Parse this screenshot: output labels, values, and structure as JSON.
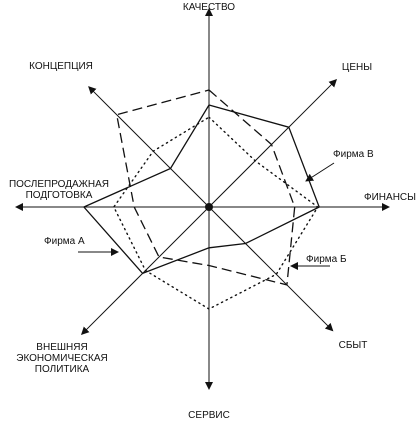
{
  "chart_data": {
    "type": "radar",
    "title": "",
    "axes": [
      "КАЧЕСТВО",
      "ЦЕНЫ",
      "ФИНАНСЫ",
      "СБЫТ",
      "СЕРВИС",
      "ВНЕШНЯЯ ЭКОНОМИЧЕСКАЯ ПОЛИТИКА",
      "ПОСЛЕПРОДАЖНАЯ ПОДГОТОВКА",
      "КОНЦЕПЦИЯ"
    ],
    "axis_label_lines": [
      [
        "КАЧЕСТВО"
      ],
      [
        "ЦЕНЫ"
      ],
      [
        "ФИНАНСЫ"
      ],
      [
        "СБЫТ"
      ],
      [
        "СЕРВИС"
      ],
      [
        "ВНЕШНЯЯ",
        "ЭКОНОМИЧЕСКАЯ",
        "ПОЛИТИКА"
      ],
      [
        "ПОСЛЕПРОДАЖНАЯ",
        "ПОДГОТОВКА"
      ],
      [
        "КОНЦЕПЦИЯ"
      ]
    ],
    "range": [
      0,
      1
    ],
    "series": [
      {
        "name": "Фирма А",
        "style": "solid",
        "values": [
          0.75,
          0.83,
          0.81,
          0.38,
          0.3,
          0.69,
          0.92,
          0.4
        ]
      },
      {
        "name": "Фирма Б",
        "style": "dashed",
        "values": [
          0.86,
          0.65,
          0.63,
          0.81,
          0.43,
          0.52,
          0.55,
          0.96
        ]
      },
      {
        "name": "Фирма В",
        "style": "dotted",
        "values": [
          0.66,
          0.48,
          0.8,
          0.7,
          0.75,
          0.66,
          0.7,
          0.58
        ]
      }
    ],
    "grid": false,
    "legend": "inline labels with arrows"
  }
}
